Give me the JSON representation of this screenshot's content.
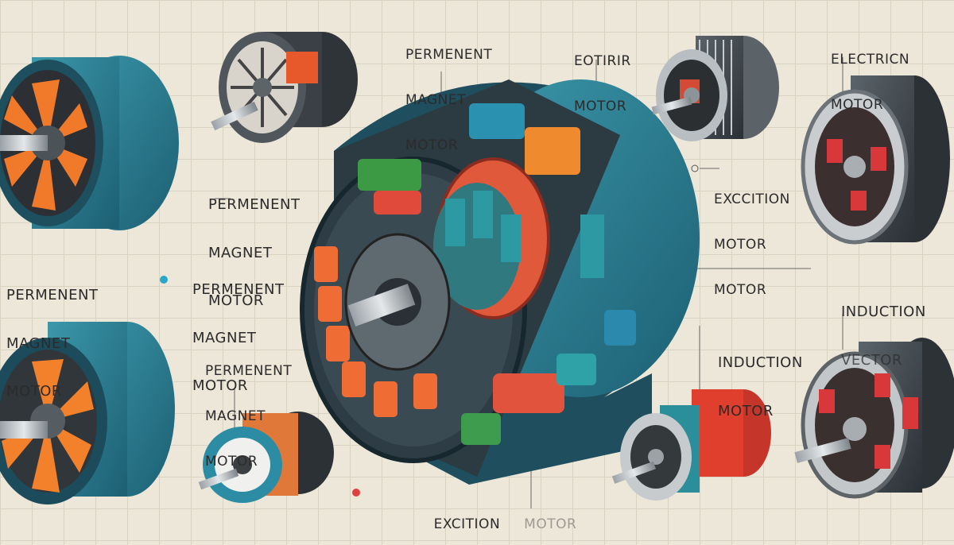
{
  "labels": {
    "top_center_1": "PERMENENT",
    "top_center_2": "MAGNET",
    "top_center_3": "MOTOR",
    "top_right_a_1": "EOTIRIR",
    "top_right_a_2": "MOTOR",
    "top_right_b_1": "ELECTRICN",
    "top_right_b_2": "MOTOR",
    "left_mid_1": "PERMENENT",
    "left_mid_2": "MAGNET",
    "left_mid_3": "MOTOR",
    "far_left_1": "PERMENENT",
    "far_left_2": "MAGNET",
    "far_left_3": "MOTOR",
    "center_left_1": "PERMENENT",
    "center_left_2": "MAGNET",
    "center_left_3": "MOTOR",
    "lower_left_1": "PERMENENT",
    "lower_left_2": "MAGNET",
    "lower_left_3": "MOTOR",
    "excition_right_1": "EXCCITION",
    "excition_right_2": "MOTOR",
    "excition_right_3": "MOTOR",
    "induction_right_1": "INDUCTION",
    "induction_right_2": "VECTOR",
    "induction_center_1": "INDUCTION",
    "induction_center_2": "MOTOR",
    "bottom_1": "EXCITION",
    "bottom_2": "MOTOR"
  },
  "colors": {
    "teal": "#2a7f95",
    "orange": "#ef7a32",
    "red": "#d9453a",
    "paper": "#ece7d9"
  }
}
